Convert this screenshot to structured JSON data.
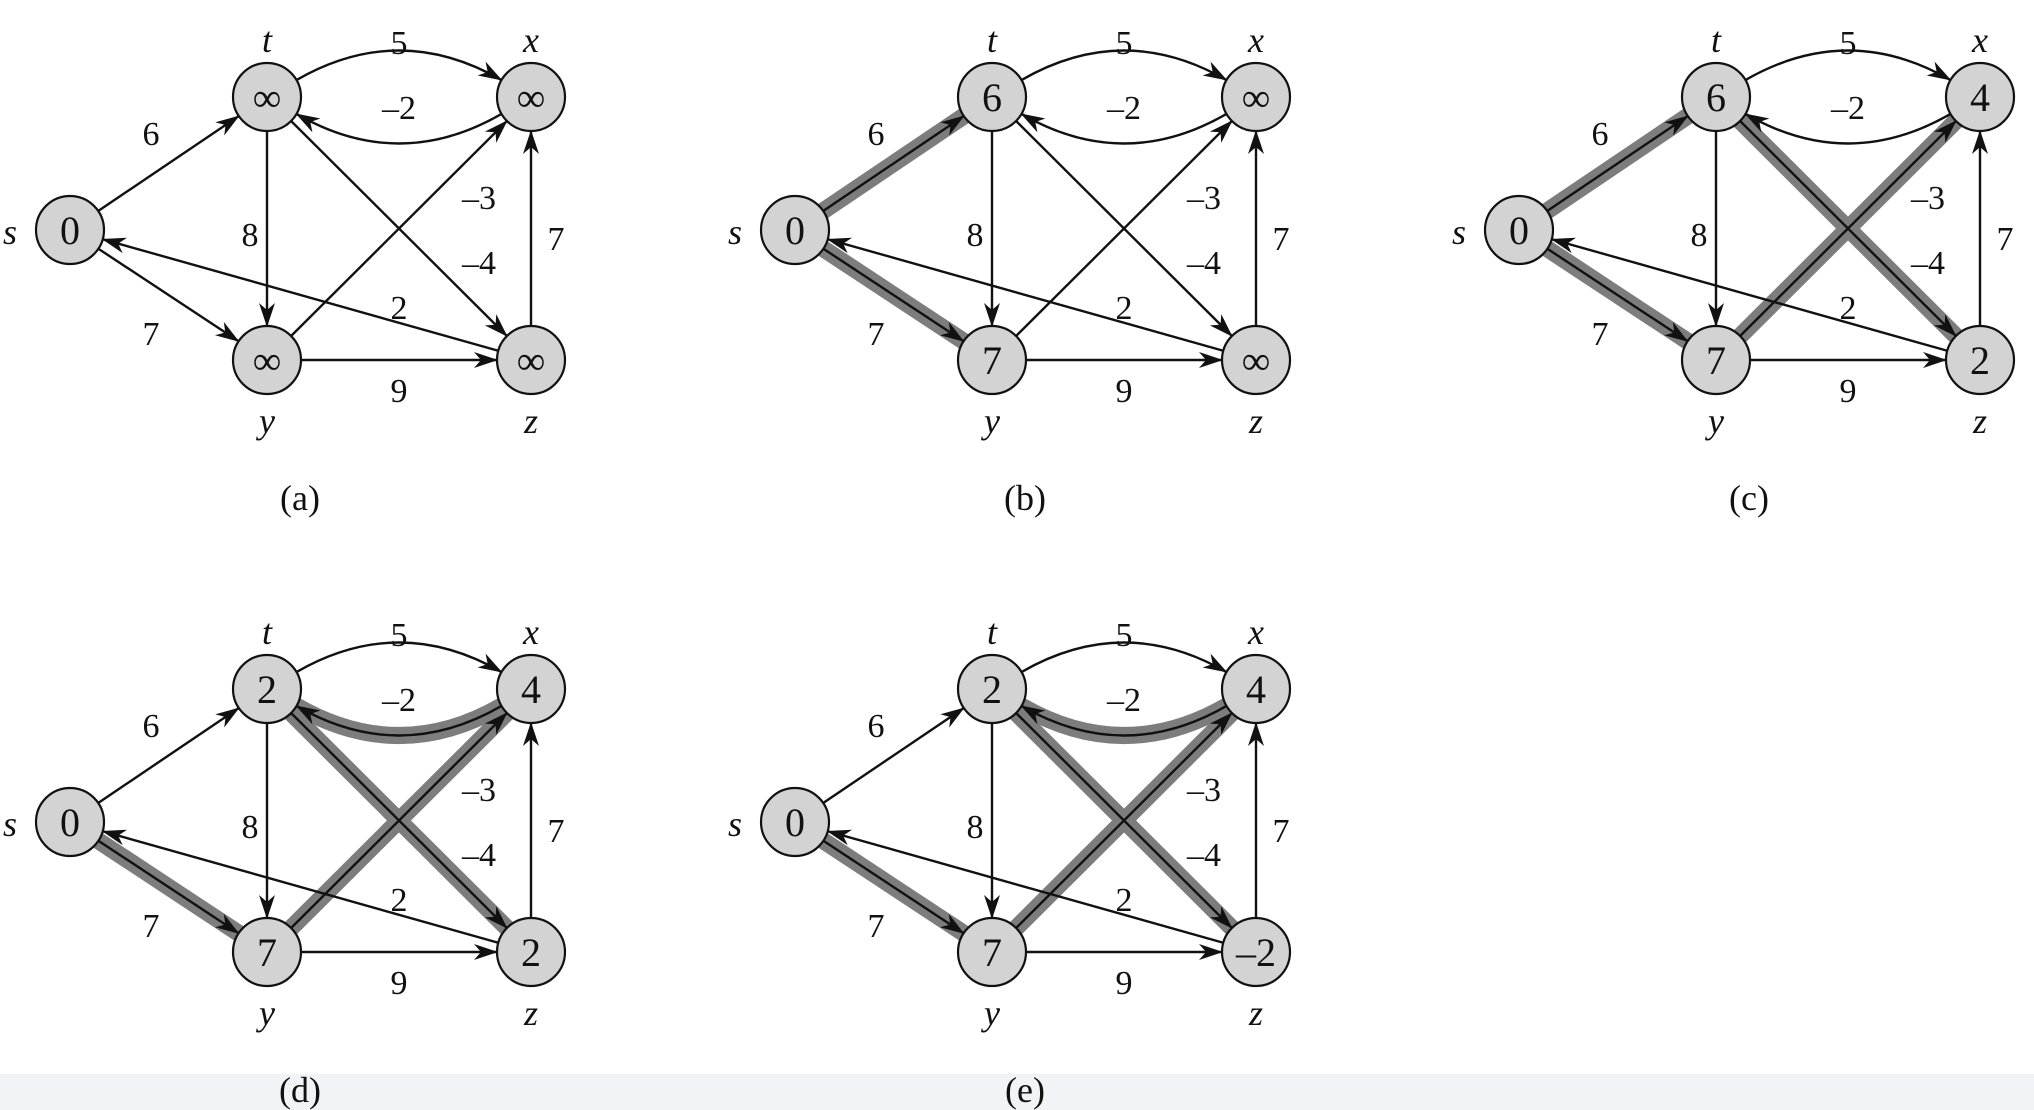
{
  "colors": {
    "node_fill": "#d3d3d3",
    "node_stroke": "#111111",
    "edge": "#111111",
    "highlight": "#7d7d7d"
  },
  "icon": "arrowhead-icon",
  "panels": [
    {
      "caption": "(a)",
      "values": {
        "s": "0",
        "t": "∞",
        "x": "∞",
        "y": "∞",
        "z": "∞"
      },
      "highlighted": []
    },
    {
      "caption": "(b)",
      "values": {
        "s": "0",
        "t": "6",
        "x": "∞",
        "y": "7",
        "z": "∞"
      },
      "highlighted": [
        "st",
        "sy"
      ]
    },
    {
      "caption": "(c)",
      "values": {
        "s": "0",
        "t": "6",
        "x": "4",
        "y": "7",
        "z": "2"
      },
      "highlighted": [
        "st",
        "sy",
        "yx",
        "tz"
      ]
    },
    {
      "caption": "(d)",
      "values": {
        "s": "0",
        "t": "2",
        "x": "4",
        "y": "7",
        "z": "2"
      },
      "highlighted": [
        "sy",
        "yx",
        "xt",
        "tz"
      ]
    },
    {
      "caption": "(e)",
      "values": {
        "s": "0",
        "t": "2",
        "x": "4",
        "y": "7",
        "z": "–2"
      },
      "highlighted": [
        "sy",
        "yx",
        "xt",
        "tz"
      ]
    }
  ],
  "vertex_names": {
    "s": "s",
    "t": "t",
    "x": "x",
    "y": "y",
    "z": "z"
  },
  "edges": [
    {
      "id": "st",
      "weight": "6"
    },
    {
      "id": "sy",
      "weight": "7"
    },
    {
      "id": "tx",
      "weight": "5"
    },
    {
      "id": "xt",
      "weight": "–2"
    },
    {
      "id": "ty",
      "weight": "8"
    },
    {
      "id": "tz",
      "weight": "–4"
    },
    {
      "id": "yx",
      "weight": "–3"
    },
    {
      "id": "yz",
      "weight": "9"
    },
    {
      "id": "zx",
      "weight": "7"
    },
    {
      "id": "zs",
      "weight": "2"
    }
  ]
}
